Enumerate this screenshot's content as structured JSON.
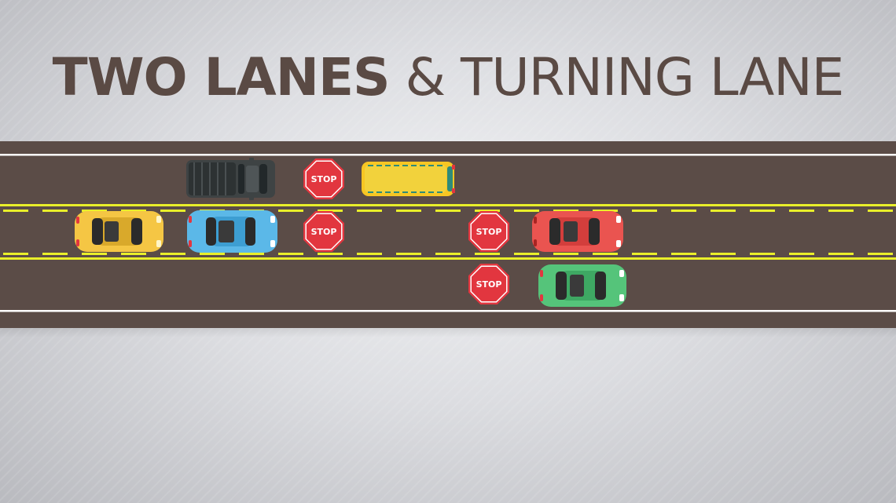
{
  "title": {
    "bold_text": "TWO LANES",
    "rest_text": "& TURNING LANE"
  },
  "colors": {
    "road": "#5b4c47",
    "center_line": "#e9ef2a",
    "edge_line": "#ffffff",
    "title": "#5a4a44",
    "stop_sign": "#e2363f"
  },
  "signs": [
    {
      "label": "STOP"
    },
    {
      "label": "STOP"
    },
    {
      "label": "STOP"
    },
    {
      "label": "STOP"
    }
  ],
  "vehicles": [
    {
      "kind": "pickup-truck",
      "color": "#3e4344"
    },
    {
      "kind": "school-bus",
      "color": "#f7c623"
    },
    {
      "kind": "car",
      "color": "#f5c644"
    },
    {
      "kind": "car",
      "color": "#5bb8e8"
    },
    {
      "kind": "car",
      "color": "#ea5450"
    },
    {
      "kind": "car",
      "color": "#55c47a"
    }
  ]
}
